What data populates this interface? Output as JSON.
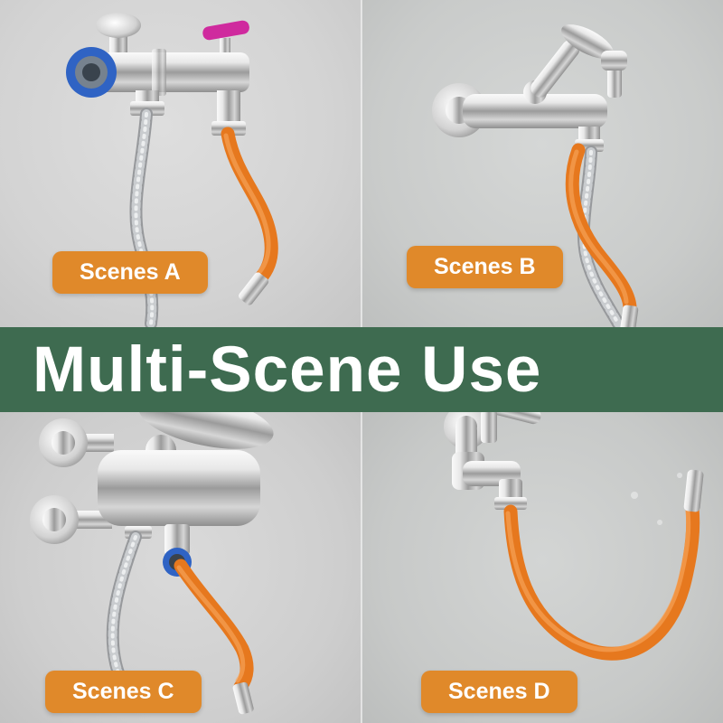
{
  "banner": {
    "text": "Multi-Scene Use"
  },
  "scenes": [
    {
      "label": "Scenes A"
    },
    {
      "label": "Scenes B"
    },
    {
      "label": "Scenes C"
    },
    {
      "label": "Scenes D"
    }
  ],
  "colors": {
    "banner_bg": "#3e6b50",
    "banner_text": "#ffffff",
    "label_bg": "#e0892a",
    "label_text": "#ffffff",
    "hose_orange": "#e6781e",
    "accent_blue": "#2f63c4",
    "accent_pink": "#cf2a9e"
  }
}
